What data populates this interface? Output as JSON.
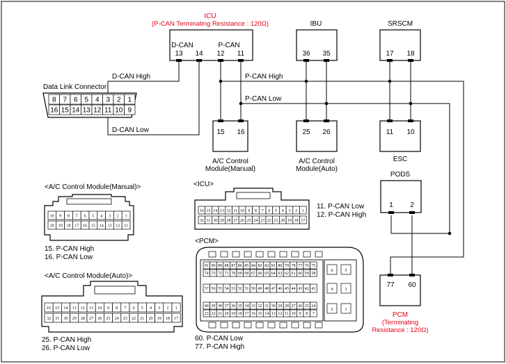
{
  "icu": {
    "title": "ICU",
    "subtitle": "(P-CAN Terminating Resistance : 120Ω)",
    "dcan": "D-CAN",
    "pcan": "P-CAN",
    "pins": [
      "13",
      "14",
      "12",
      "11"
    ]
  },
  "ibu": {
    "title": "IBU",
    "pins": [
      "36",
      "35"
    ]
  },
  "srscm": {
    "title": "SRSCM",
    "pins": [
      "17",
      "18"
    ]
  },
  "ac_manual_module": {
    "pins": [
      "15",
      "16"
    ],
    "label1": "A/C Control",
    "label2": "Module(Manual)"
  },
  "ac_auto_module": {
    "pins": [
      "25",
      "26"
    ],
    "label1": "A/C Control",
    "label2": "Module(Auto)"
  },
  "esc": {
    "pins": [
      "11",
      "10"
    ],
    "label": "ESC"
  },
  "pods": {
    "title": "PODS",
    "pins": [
      "1",
      "2"
    ]
  },
  "pcm": {
    "pins": [
      "77",
      "60"
    ],
    "title": "PCM",
    "sub1": "(Terminating",
    "sub2": "Resistance : 120Ω)"
  },
  "wires": {
    "dcan_high": "D-CAN High",
    "dcan_low": "D-CAN Low",
    "pcan_high": "P-CAN High",
    "pcan_low": "P-CAN Low"
  },
  "dlc": {
    "title": "Data Link Connector",
    "row1": [
      "8",
      "7",
      "6",
      "5",
      "4",
      "3",
      "2",
      "1"
    ],
    "row2": [
      "16",
      "15",
      "14",
      "13",
      "12",
      "11",
      "10",
      "9"
    ]
  },
  "conn_manual": {
    "title": "<A/C Control Module(Manual)>",
    "row1": [
      "10",
      "9",
      "8",
      "7",
      "6",
      "5",
      "4",
      "3",
      "2",
      "1"
    ],
    "row2": [
      "20",
      "19",
      "18",
      "17",
      "16",
      "15",
      "14",
      "13",
      "12",
      "11"
    ],
    "legend": [
      "15. P-CAN High",
      "16. P-CAN Low"
    ]
  },
  "conn_icu": {
    "title": "<ICU>",
    "row1": [
      "16",
      "15",
      "14",
      "13",
      "12",
      "11",
      "10",
      "9",
      "8",
      "7",
      "6",
      "5",
      "4",
      "3",
      "2",
      "1"
    ],
    "row2": [
      "32",
      "31",
      "30",
      "29",
      "28",
      "27",
      "26",
      "25",
      "24",
      "23",
      "22",
      "21",
      "20",
      "19",
      "18",
      "17"
    ],
    "legend": [
      "11. P-CAN Low",
      "12. P-CAN High"
    ]
  },
  "conn_auto": {
    "title": "<A/C Control Module(Auto)>",
    "row1": [
      "16",
      "15",
      "14",
      "13",
      "12",
      "11",
      "10",
      "9",
      "8",
      "7",
      "6",
      "5",
      "4",
      "3",
      "2",
      "1"
    ],
    "row2": [
      "32",
      "31",
      "30",
      "29",
      "28",
      "27",
      "26",
      "25",
      "24",
      "23",
      "22",
      "21",
      "20",
      "19",
      "18",
      "17"
    ],
    "legend": [
      "25. P-CAN High",
      "26. P-CAN Low"
    ]
  },
  "conn_pcm": {
    "title": "<PCM>",
    "row1": [
      "91",
      "90",
      "89",
      "88",
      "87",
      "86",
      "85",
      "84",
      "83",
      "82",
      "81",
      "80",
      "79",
      "78",
      "77",
      "76",
      "75"
    ],
    "row2": [
      "74",
      "73",
      "72",
      "71",
      "70",
      "69",
      "68",
      "67",
      "66",
      "65",
      "64",
      "63",
      "62",
      "61",
      "60",
      "59",
      "58"
    ],
    "row3": [
      "57",
      "56",
      "55",
      "54",
      "53",
      "52",
      "51",
      "50",
      "49",
      "48",
      "47",
      "46",
      "45",
      "44",
      "43",
      "42",
      "41"
    ],
    "row4": [
      "40",
      "39",
      "38",
      "37",
      "36",
      "35",
      "34",
      "33",
      "32",
      "31",
      "30",
      "29",
      "28",
      "27",
      "26",
      "25",
      "24"
    ],
    "row5": [
      "23",
      "22",
      "21",
      "20",
      "19",
      "18",
      "17",
      "16",
      "15",
      "14",
      "13",
      "12",
      "11",
      "10",
      "9",
      "8",
      "7"
    ],
    "side": [
      "6",
      "5",
      "4",
      "3",
      "2",
      "1"
    ],
    "legend": [
      "60. P-CAN Low",
      "77. P-CAN High"
    ]
  }
}
